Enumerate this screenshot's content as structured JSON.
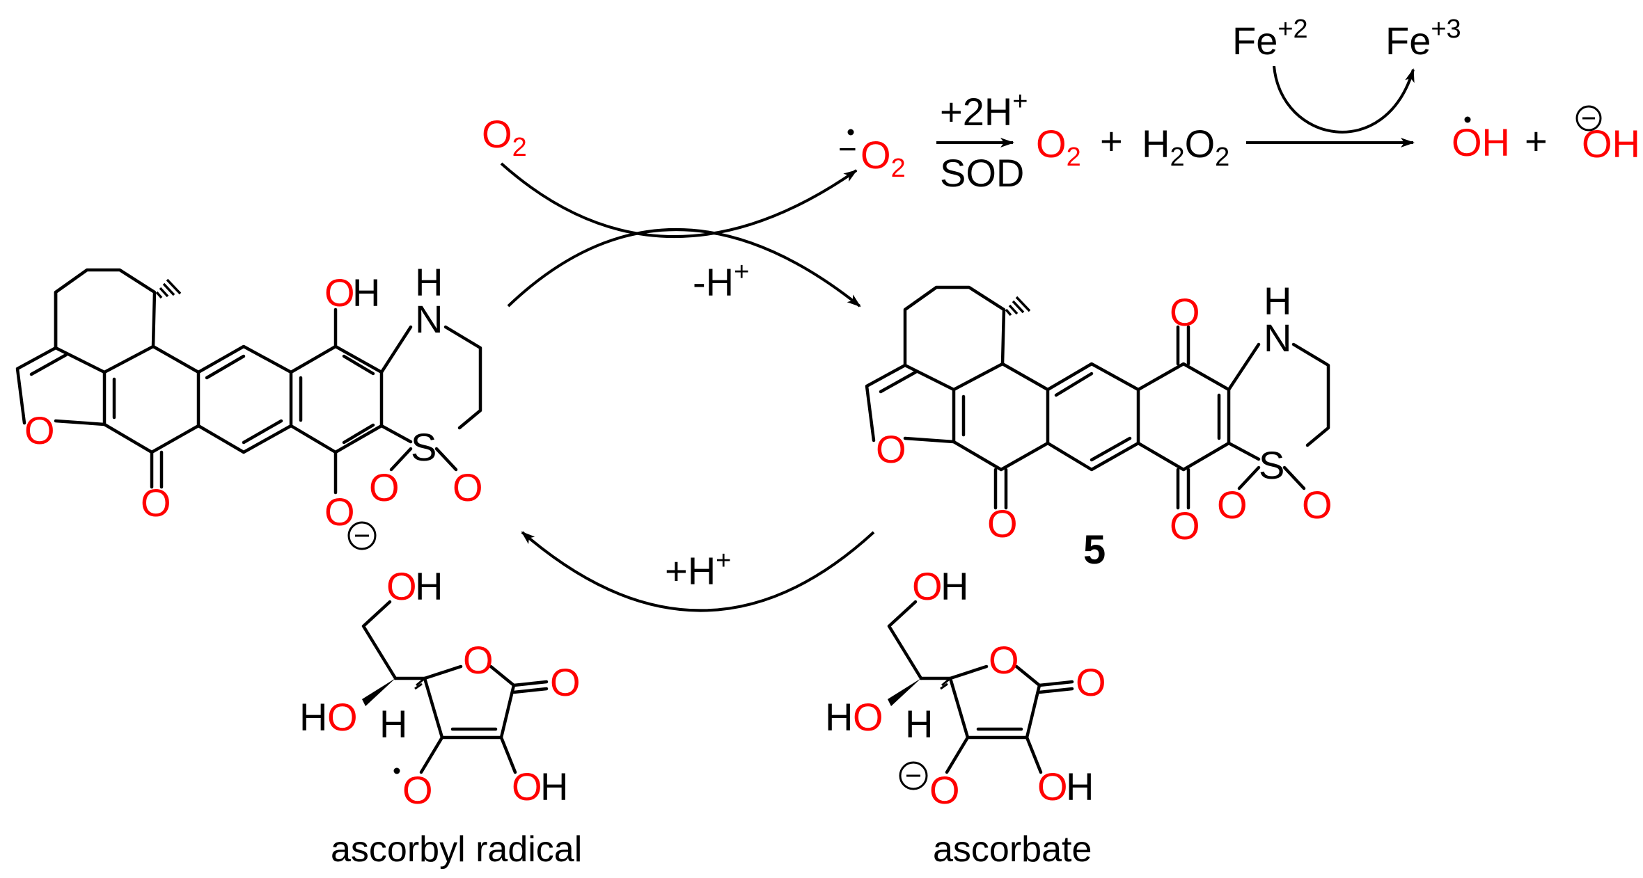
{
  "colors": {
    "heteroatom": "#ff0000",
    "text": "#000000",
    "background": "#ffffff"
  },
  "atoms": {
    "O": "O",
    "S": "S",
    "N": "N",
    "H": "H",
    "OH": "OH",
    "HO": "HO"
  },
  "charges": {
    "minus": "−",
    "plus": "+"
  },
  "reagents": {
    "o2_main": "O",
    "o2_sub": "2",
    "superoxide_main": "O",
    "superoxide_sub": "2",
    "plus_2h": "+2H",
    "plus_2h_sup": "+",
    "sod": "SOD",
    "h2o2_h": "H",
    "h2o2_2a": "2",
    "h2o2_o": "O",
    "h2o2_2b": "2",
    "o2_product_main": "O",
    "o2_product_sub": "2",
    "plus_sign": "+",
    "fe2": "Fe",
    "fe2_sup": "+2",
    "fe3": "Fe",
    "fe3_sup": "+3",
    "hydroxyl_radical": "OH",
    "hydroxide": "OH"
  },
  "cycle": {
    "minus_h": "-H",
    "minus_h_sup": "+",
    "plus_h": "+H",
    "plus_h_sup": "+"
  },
  "compounds": {
    "compound_number": "5",
    "ascorbyl_radical_label": "ascorbyl radical",
    "ascorbate_label": "ascorbate"
  }
}
